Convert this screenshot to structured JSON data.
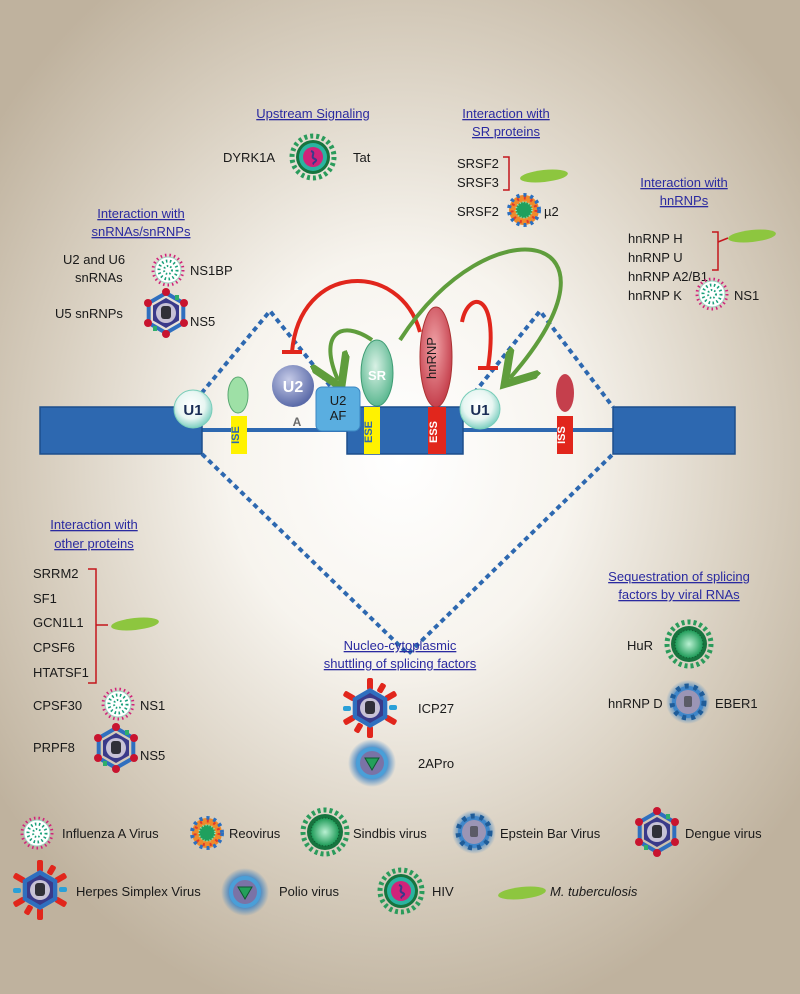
{
  "headings": {
    "upstream": "Upstream Signaling",
    "sr_1": "Interaction with",
    "sr_2": "SR proteins",
    "snrna_1": "Interaction with",
    "snrna_2": "snRNAs/snRNPs",
    "hnrnp_1": "Interaction with",
    "hnrnp_2": "hnRNPs",
    "other_1": "Interaction with",
    "other_2": "other proteins",
    "shuttle_1": "Nucleo-cytoplasmic",
    "shuttle_2": "shuttling of splicing factors",
    "seq_1": "Sequestration of splicing",
    "seq_2": "factors by viral RNAs"
  },
  "upstream": {
    "factor": "DYRK1A",
    "viral": "Tat"
  },
  "sr": {
    "f1": "SRSF2",
    "f2": "SRSF3",
    "f3": "SRSF2",
    "viral": "µ2"
  },
  "snrna": {
    "f1a": "U2 and U6",
    "f1b": "snRNAs",
    "v1": "NS1BP",
    "f2": "U5 snRNPs",
    "v2": "NS5"
  },
  "hnrnp": {
    "f1": "hnRNP H",
    "f2": "hnRNP U",
    "f3": "hnRNP A2/B1",
    "f4": "hnRNP K",
    "v4": "NS1"
  },
  "other": {
    "items": [
      "SRRM2",
      "SF1",
      "GCN1L1",
      "CPSF6",
      "HTATSF1"
    ],
    "f6": "CPSF30",
    "v6": "NS1",
    "f7": "PRPF8",
    "v7": "NS5"
  },
  "shuttle": {
    "v1": "ICP27",
    "v2": "2APro"
  },
  "seq": {
    "f1": "HuR",
    "f2": "hnRNP D",
    "v2": "EBER1"
  },
  "diagram": {
    "u1_left": "U1",
    "u1_right": "U1",
    "u2": "U2",
    "u2af_1": "U2",
    "u2af_2": "AF",
    "sr": "SR",
    "hnrnp": "hnRNP",
    "ise": "ISE",
    "ese": "ESE",
    "ess": "ESS",
    "iss": "ISS",
    "branch": "A"
  },
  "legend": {
    "influenza": "Influenza A Virus",
    "reovirus": "Reovirus",
    "sindbis": "Sindbis virus",
    "ebv": "Epstein Bar Virus",
    "dengue": "Dengue virus",
    "hsv": "Herpes Simplex Virus",
    "polio": "Polio virus",
    "hiv": "HIV",
    "mtb": "M. tuberculosis"
  },
  "colors": {
    "exon": "#2d68b0",
    "heading": "#2a2aa0",
    "arrow_green": "#5f9d3c",
    "arrow_red": "#e1261c",
    "bracket": "#c4161c",
    "mtb": "#8dc63f",
    "element_yellow": "#fff200",
    "element_red": "#e1261c"
  }
}
